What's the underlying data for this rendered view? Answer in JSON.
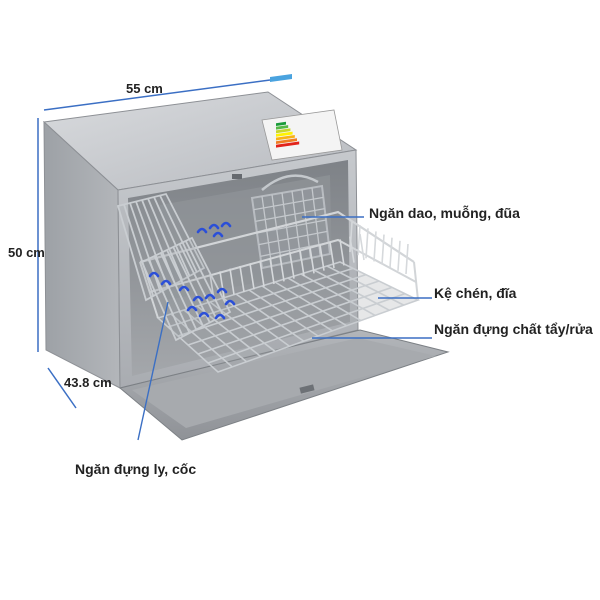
{
  "dimensions": {
    "width": "55 cm",
    "height": "50 cm",
    "depth": "43.8 cm"
  },
  "callouts": {
    "cutlery_basket": "Ngăn dao, muỗng, đũa",
    "dish_rack": "Kệ chén, đĩa",
    "detergent_compartment": "Ngăn đựng chất tẩy/rửa",
    "cup_rack": "Ngăn đựng ly, cốc"
  },
  "energy_label": {
    "colors": [
      "#1a9b3a",
      "#55b947",
      "#c8d62b",
      "#fff200",
      "#f8b215",
      "#ef7d22",
      "#e2231a"
    ]
  },
  "colors": {
    "dimension_line": "#3b6fc4",
    "callout_line": "#3b6fc4",
    "body_silver": "#b9bcc0",
    "rack_blue": "#2b4fd8"
  },
  "icons": [
    "dishwasher-image",
    "energy-label-icon",
    "cutlery-basket-icon"
  ]
}
